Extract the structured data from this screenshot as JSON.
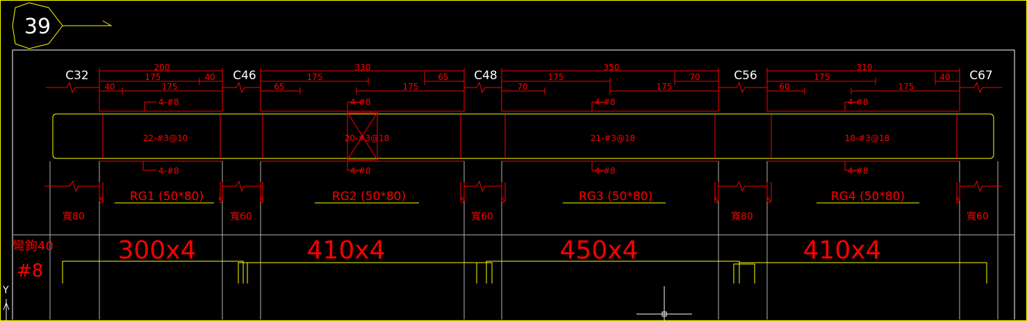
{
  "drawing": {
    "grid_number": "39",
    "columns": [
      "C32",
      "C46",
      "C48",
      "C56",
      "C67"
    ],
    "column_widths": [
      "寬80",
      "寬60",
      "寬60",
      "寬80",
      "寬60"
    ],
    "stirrup_gap": "5",
    "spans": [
      {
        "top_dim": "200",
        "top_left": "175",
        "top_right": "40",
        "low_left": "40",
        "low_right": "175",
        "top_bar": "4-#8",
        "bottom_bar": "4-#8",
        "stirrups": "22-#3@10",
        "beam_label": "RG1 (50*80)",
        "rebar_length": "300x4"
      },
      {
        "top_dim": "330",
        "top_left": "175",
        "top_right": "65",
        "low_left": "65",
        "low_right": "175",
        "top_bar": "4-#8",
        "bottom_bar": "4-#8",
        "stirrups": "20-#3@18",
        "beam_label": "RG2 (50*80)",
        "rebar_length": "410x4"
      },
      {
        "top_dim": "350",
        "top_left": "175",
        "top_right": "70",
        "low_left": "70",
        "low_right": "175",
        "top_bar": "4-#8",
        "bottom_bar": "4-#8",
        "stirrups": "21-#3@18",
        "beam_label": "RG3 (50*80)",
        "rebar_length": "450x4"
      },
      {
        "top_dim": "310",
        "top_left": "175",
        "top_right": "40",
        "low_left": "60",
        "low_right": "175",
        "top_bar": "4-#8",
        "bottom_bar": "4-#8",
        "stirrups": "18-#3@18",
        "beam_label": "RG4 (50*80)",
        "rebar_length": "410x4"
      }
    ],
    "hook_note": "彎鉤40",
    "bar_size": "#8",
    "ucs_y": "Y",
    "colors": {
      "background": "#000000",
      "yellow": "#ffff00",
      "red": "#ff0000",
      "white": "#ffffff",
      "grey": "#b4b4b4"
    }
  }
}
